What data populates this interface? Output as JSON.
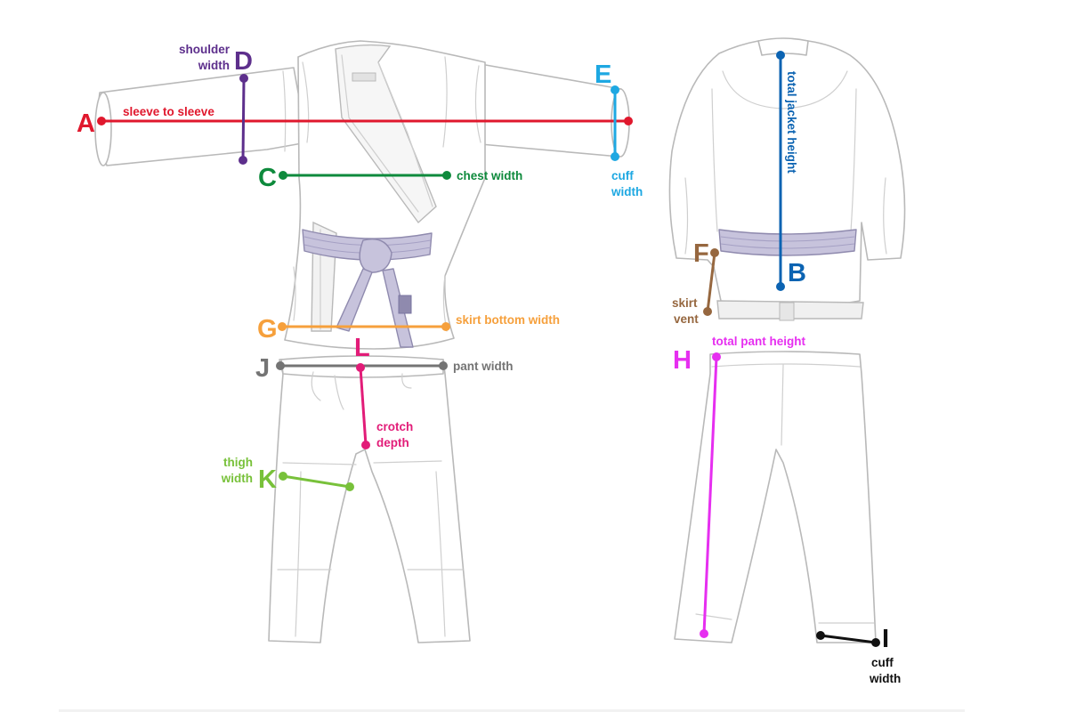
{
  "colors": {
    "A": "#e0182d",
    "B": "#0b63b2",
    "C": "#0e8a3c",
    "D": "#5d2f8c",
    "E": "#1ea8e2",
    "F": "#96673f",
    "G": "#f6a03c",
    "H": "#e62ff0",
    "I": "#111111",
    "J": "#747474",
    "K": "#78c13a",
    "L": "#e21c78",
    "outline": "#b9b9b9",
    "belt": "#c7c3dc"
  },
  "measurements": {
    "A": {
      "letter": "A",
      "label": "sleeve to sleeve"
    },
    "B": {
      "letter": "B",
      "label": "total jacket height"
    },
    "C": {
      "letter": "C",
      "label": "chest width"
    },
    "D": {
      "letter": "D",
      "label_line1": "shoulder",
      "label_line2": "width"
    },
    "E": {
      "letter": "E",
      "label_line1": "cuff",
      "label_line2": "width"
    },
    "F": {
      "letter": "F",
      "label_line1": "skirt",
      "label_line2": "vent"
    },
    "G": {
      "letter": "G",
      "label": "skirt bottom width"
    },
    "H": {
      "letter": "H",
      "label": "total pant height"
    },
    "I": {
      "letter": "I",
      "label_line1": "cuff",
      "label_line2": "width"
    },
    "J": {
      "letter": "J",
      "label": "pant width"
    },
    "K": {
      "letter": "K",
      "label_line1": "thigh",
      "label_line2": "width"
    },
    "L": {
      "letter": "L",
      "label_line1": "crotch",
      "label_line2": "depth"
    }
  }
}
